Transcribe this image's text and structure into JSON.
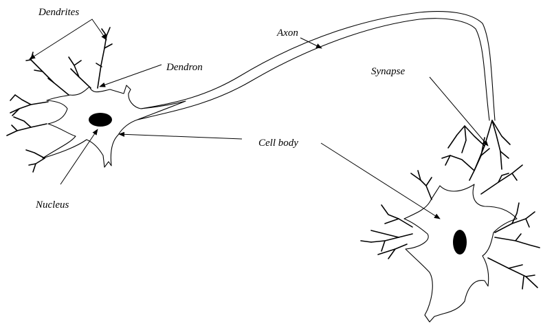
{
  "labels": {
    "dendrites": "Dendrites",
    "dendron": "Dendron",
    "axon": "Axon",
    "synapse": "Synapse",
    "cell_body": "Cell body",
    "nucleus": "Nucleus"
  },
  "colors": {
    "background": "#ffffff",
    "ink": "#000000"
  }
}
